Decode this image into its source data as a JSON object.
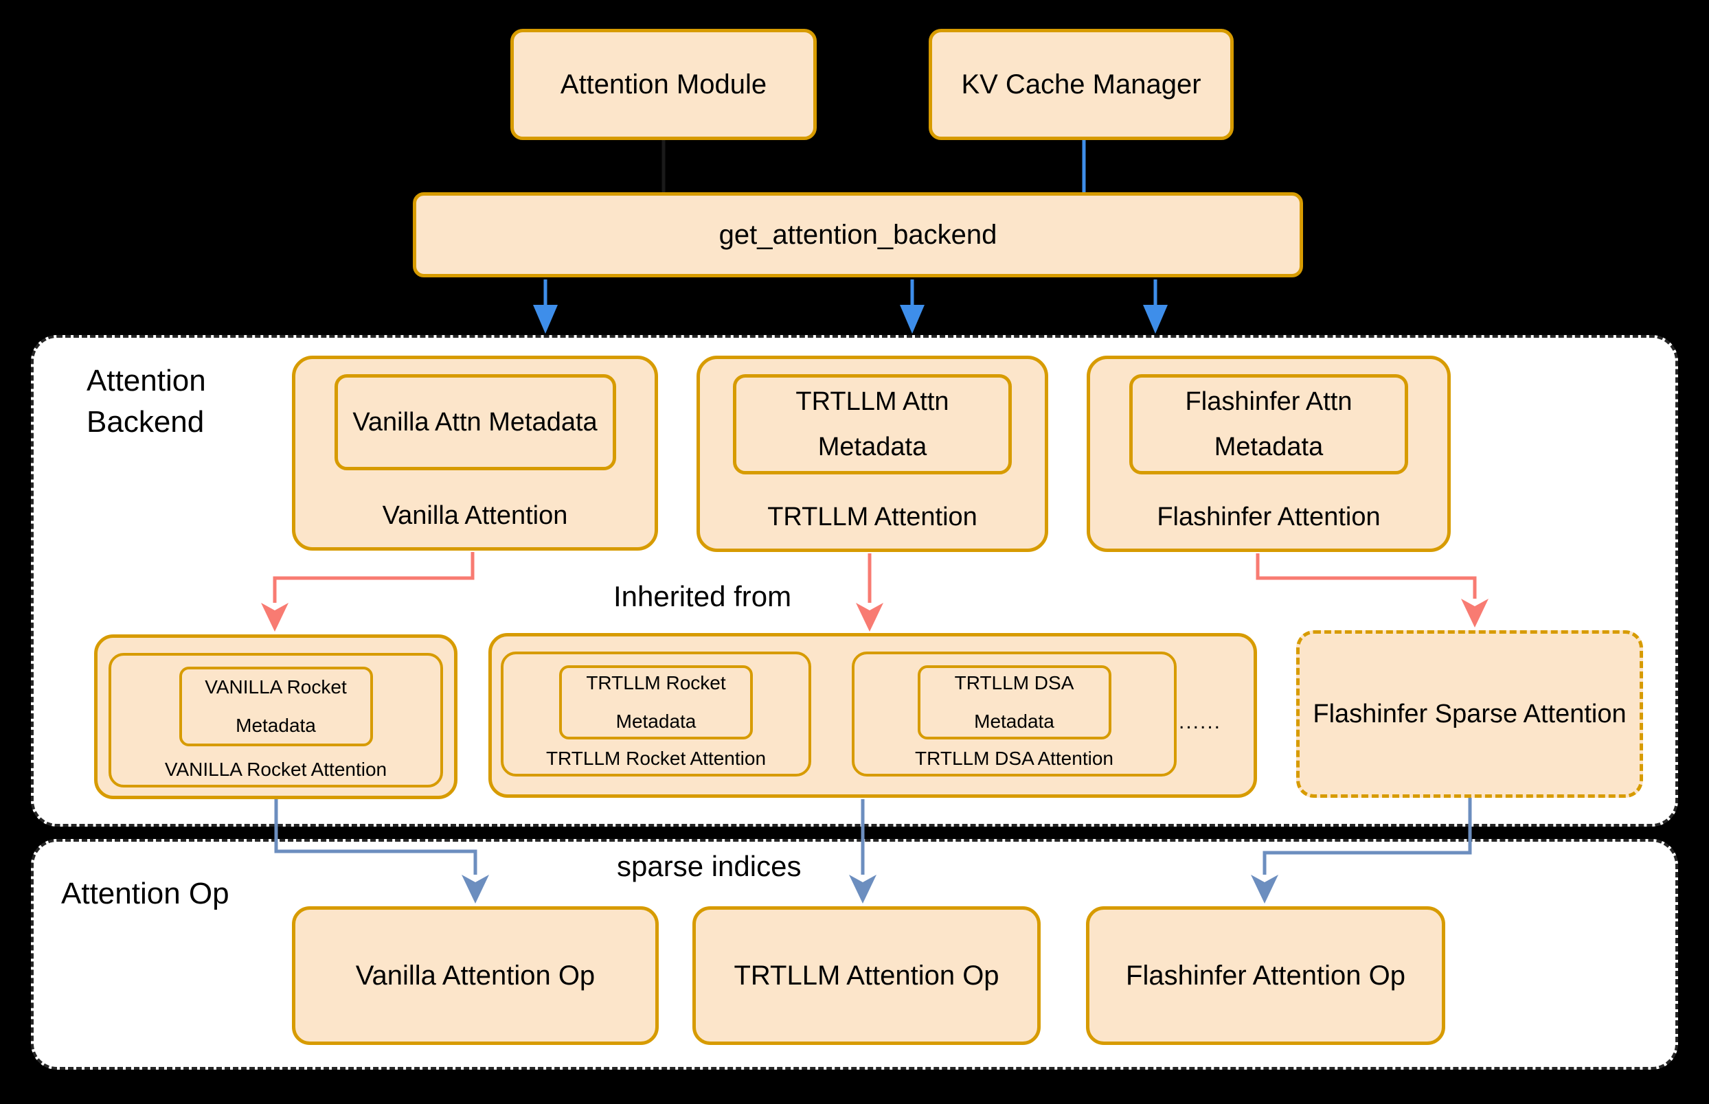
{
  "colors": {
    "background": "#000000",
    "node_fill": "#FCE5CA",
    "node_border": "#D79B00",
    "section_bg": "#FFFFFF",
    "section_border": "#262626",
    "arrow_blue": "#3E8EEA",
    "arrow_red": "#F87B72",
    "arrow_slate": "#6C8EBF",
    "text": "#000000"
  },
  "top_row": {
    "attention_module": "Attention Module",
    "kv_cache_manager": "KV Cache Manager"
  },
  "dispatcher": {
    "label": "get_attention_backend"
  },
  "backend_section": {
    "title": "Attention Backend",
    "inherited_from": "Inherited from",
    "backends": [
      {
        "metadata": "Vanilla Attn Metadata",
        "label": "Vanilla Attention"
      },
      {
        "metadata": "TRTLLM Attn Metadata",
        "label": "TRTLLM Attention"
      },
      {
        "metadata": "Flashinfer Attn Metadata",
        "label": "Flashinfer Attention"
      }
    ],
    "inherited": {
      "vanilla_rocket": {
        "metadata": "VANILLA Rocket Metadata",
        "label": "VANILLA Rocket Attention"
      },
      "trtllm_rocket": {
        "metadata": "TRTLLM Rocket Metadata",
        "label": "TRTLLM Rocket Attention"
      },
      "trtllm_dsa": {
        "metadata": "TRTLLM DSA Metadata",
        "label": "TRTLLM DSA Attention"
      },
      "ellipsis": "......",
      "flashinfer_sparse": "Flashinfer Sparse Attention"
    }
  },
  "op_section": {
    "title": "Attention Op",
    "sparse_indices": "sparse indices",
    "ops": [
      {
        "label": "Vanilla Attention Op"
      },
      {
        "label": "TRTLLM Attention Op"
      },
      {
        "label": "Flashinfer Attention Op"
      }
    ]
  }
}
